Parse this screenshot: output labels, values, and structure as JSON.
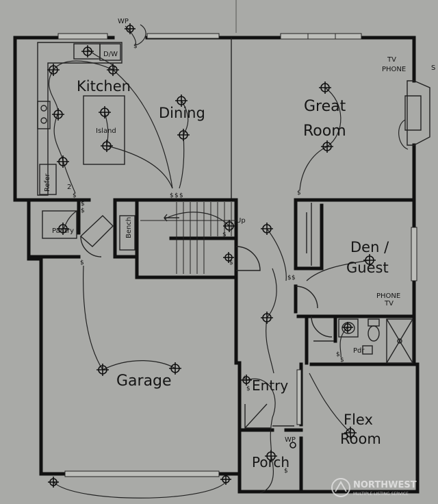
{
  "rooms": {
    "kitchen": "Kitchen",
    "dining": "Dining",
    "great_room_1": "Great",
    "great_room_2": "Room",
    "island": "Island",
    "dw": "D/W",
    "refer": "Refer",
    "pantry": "Pantry",
    "bench": "Bench",
    "up": "Up",
    "den_1": "Den /",
    "den_2": "Guest",
    "garage": "Garage",
    "pdr": "Pdr",
    "entry": "Entry",
    "flex_1": "Flex",
    "flex_2": "Room",
    "porch": "Porch"
  },
  "annotations": {
    "wp_top": "WP",
    "wp_porch": "WP",
    "tv_phone_1_a": "TV",
    "tv_phone_1_b": "PHONE",
    "phone_tv_2_a": "PHONE",
    "phone_tv_2_b": "TV",
    "s_marker": "S",
    "num_2": "2"
  },
  "watermark": {
    "brand": "NORTHWEST",
    "sub": "MULTIPLE LISTING SERVICE"
  }
}
